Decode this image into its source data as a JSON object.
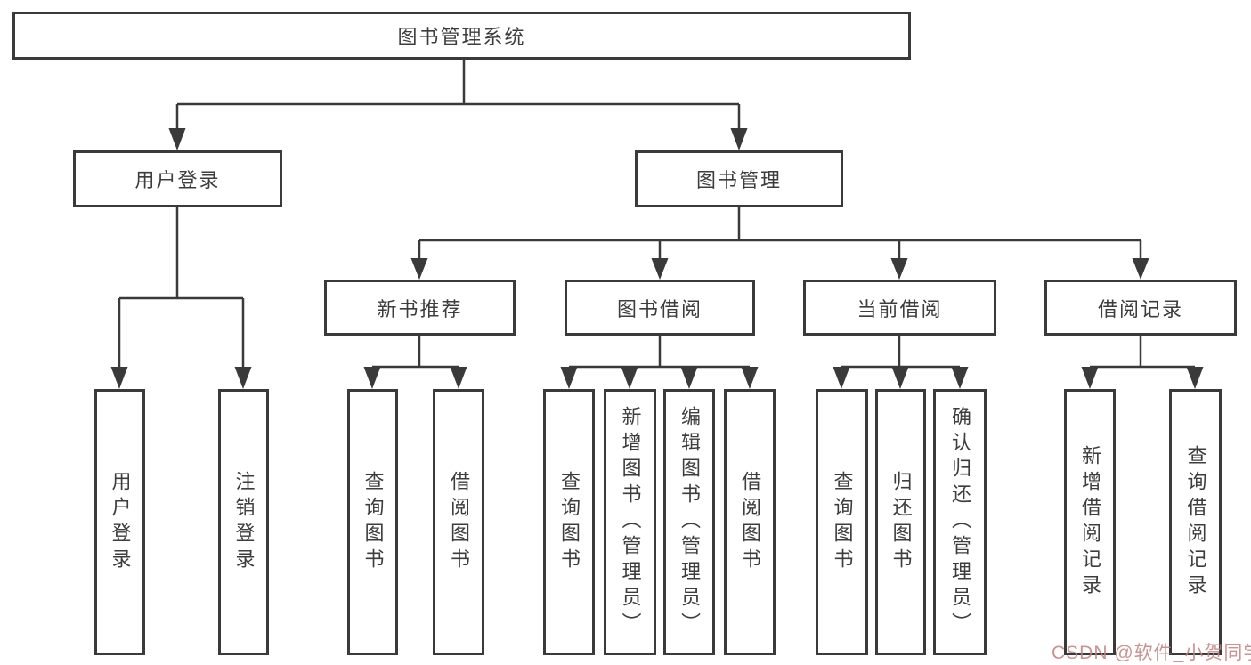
{
  "diagram_type": "org-tree",
  "tree": {
    "label": "图书管理系统",
    "children": [
      {
        "label": "用户登录",
        "children": [
          {
            "label": "用户登录"
          },
          {
            "label": "注销登录"
          }
        ]
      },
      {
        "label": "图书管理",
        "children": [
          {
            "label": "新书推荐",
            "children": [
              {
                "label": "查询图书"
              },
              {
                "label": "借阅图书"
              }
            ]
          },
          {
            "label": "图书借阅",
            "children": [
              {
                "label": "查询图书"
              },
              {
                "label": "新增图书（管理员）"
              },
              {
                "label": "编辑图书（管理员）"
              },
              {
                "label": "借阅图书"
              }
            ]
          },
          {
            "label": "当前借阅",
            "children": [
              {
                "label": "查询图书"
              },
              {
                "label": "归还图书"
              },
              {
                "label": "确认归还（管理员）"
              }
            ]
          },
          {
            "label": "借阅记录",
            "children": [
              {
                "label": "新增借阅记录"
              },
              {
                "label": "查询借阅记录"
              }
            ]
          }
        ]
      }
    ]
  },
  "watermark": {
    "text": "CSDN @软件_小贺同学",
    "color": "rgba(193,128,128,0.85)"
  },
  "colors": {
    "line": "#3a3a3a",
    "box_border": "#3a3a3a",
    "text": "#3d3d3d",
    "background": "#ffffff"
  }
}
